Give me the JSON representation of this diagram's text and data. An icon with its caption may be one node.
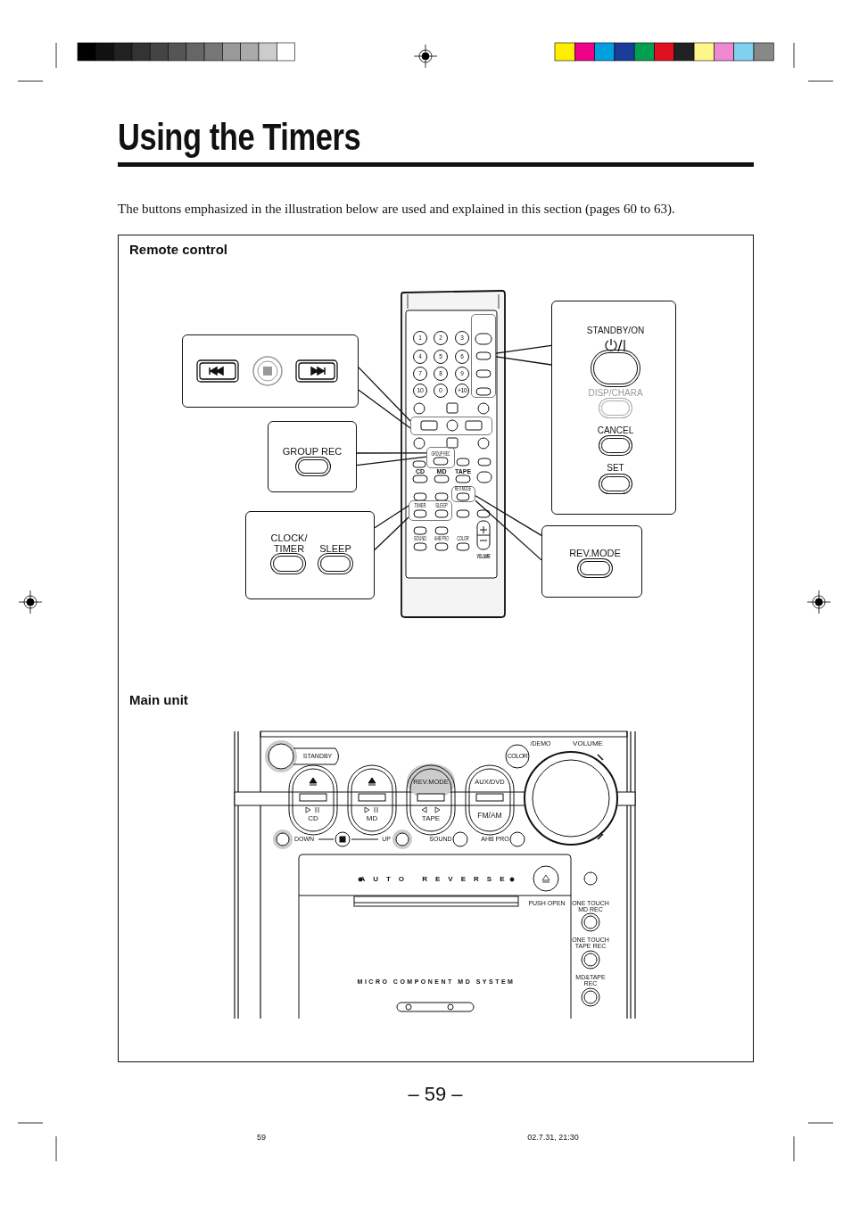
{
  "diagram": {
    "title": "Using the Timers",
    "nodes": [
      {
        "text": [],
        "shape": "box"
      },
      {
        "text": [
          "GROUP REC"
        ]
      },
      {
        "text": [
          "CLOCK/ TIMER",
          "SLEEP"
        ]
      },
      {
        "text": [
          "STANDBY/ON",
          "DISP/CHARA",
          "CANCEL",
          "SET"
        ]
      },
      {
        "text": [
          "REV.MODE"
        ]
      },
      {
        "text": [],
        "shape": "box"
      },
      {
        "text": [],
        "shape": "box"
      },
      {
        "text": [],
        "shape": "box"
      },
      {
        "text": [],
        "shape": "box"
      },
      {
        "text": [],
        "shape": "box"
      }
    ],
    "edges": [
      {
        "from": 0,
        "to": 5,
        "arrow": "none"
      },
      {
        "from": 0,
        "to": 5,
        "arrow": "none"
      },
      {
        "from": 1,
        "to": 6,
        "arrow": "none"
      },
      {
        "from": 1,
        "to": 6,
        "arrow": "none"
      },
      {
        "from": 2,
        "to": 7,
        "arrow": "none"
      },
      {
        "from": 2,
        "to": 7,
        "arrow": "none"
      },
      {
        "from": 3,
        "to": 8,
        "arrow": "none"
      },
      {
        "from": 3,
        "to": 8,
        "arrow": "none"
      },
      {
        "from": 4,
        "to": 9,
        "arrow": "none"
      },
      {
        "from": 4,
        "to": 9,
        "arrow": "none"
      }
    ],
    "labels": [
      "The buttons emphasized in the illustration below are used and explained in this section (pages 60 to 63).",
      "Remote control",
      "1",
      "2",
      "3",
      "4",
      "5",
      "6",
      "7",
      "8",
      "9",
      "10",
      "0",
      "+10",
      "CD",
      "MD",
      "TAPE",
      "GROUP REC",
      "REV.MODE",
      "TIMER",
      "SLEEP",
      "SOUND",
      "AHB PRO",
      "COLOR",
      "VOLUME",
      "Main unit",
      "STANDBY",
      "COLOR",
      "/DEMO",
      "VOLUME",
      "REV.MODE",
      "AUX/DVD",
      "CD",
      "MD",
      "TAPE",
      "FM/AM",
      "DOWN",
      "UP",
      "SOUND",
      "AHB PRO",
      "AUTO REVERSE",
      "PUSH OPEN",
      "ONE TOUCH MD REC",
      "ONE TOUCH TAPE REC",
      "MD&TAPE REC",
      "MICRO COMPONENT MD SYSTEM",
      "– 59 –",
      "59",
      "02.7.31, 21:30"
    ]
  }
}
